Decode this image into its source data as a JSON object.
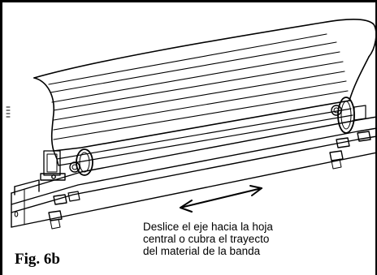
{
  "figure": {
    "label": "Fig. 6b",
    "caption_lines": [
      "Deslice el eje hacia la hoja",
      "central o cubra el trayecto",
      "del material de la banda"
    ]
  },
  "colors": {
    "line": "#000000",
    "background": "#ffffff"
  }
}
